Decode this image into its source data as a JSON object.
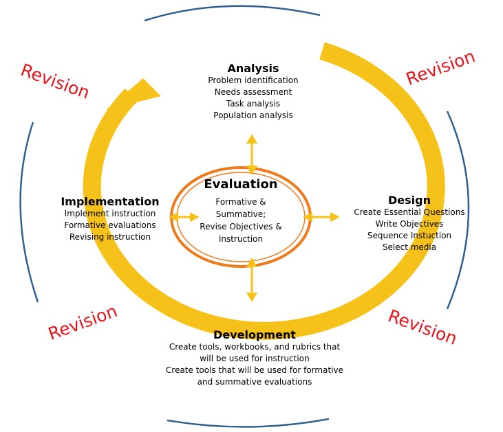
{
  "colors": {
    "arc_yellow": "#f6c21a",
    "outer_ring": "#2f5f93",
    "evaluation_ring": "#ee7a1c",
    "revision_text": "#e8141c"
  },
  "center": {
    "title": "Evaluation",
    "lines": [
      "Formative &",
      "Summative;",
      "Revise Objectives &",
      "Instruction"
    ]
  },
  "analysis": {
    "title": "Analysis",
    "lines": [
      "Problem identification",
      "Needs assessment",
      "Task analysis",
      "Population analysis"
    ]
  },
  "design": {
    "title": "Design",
    "lines": [
      "Create Essential Questions",
      "Write Objectives",
      "Sequence Instuction",
      "Select media"
    ]
  },
  "development": {
    "title": "Development",
    "lines": [
      "Create tools, workbooks, and rubrics that",
      "will be used for instruction",
      "Create tools that will be used for  formative",
      "and summative evaluations"
    ]
  },
  "implementation": {
    "title": "Implementation",
    "lines": [
      "Implement instruction",
      "Formative evaluations",
      "Revising instruction"
    ]
  },
  "revision_labels": [
    "Revision",
    "Revision",
    "Revision",
    "Revision"
  ]
}
